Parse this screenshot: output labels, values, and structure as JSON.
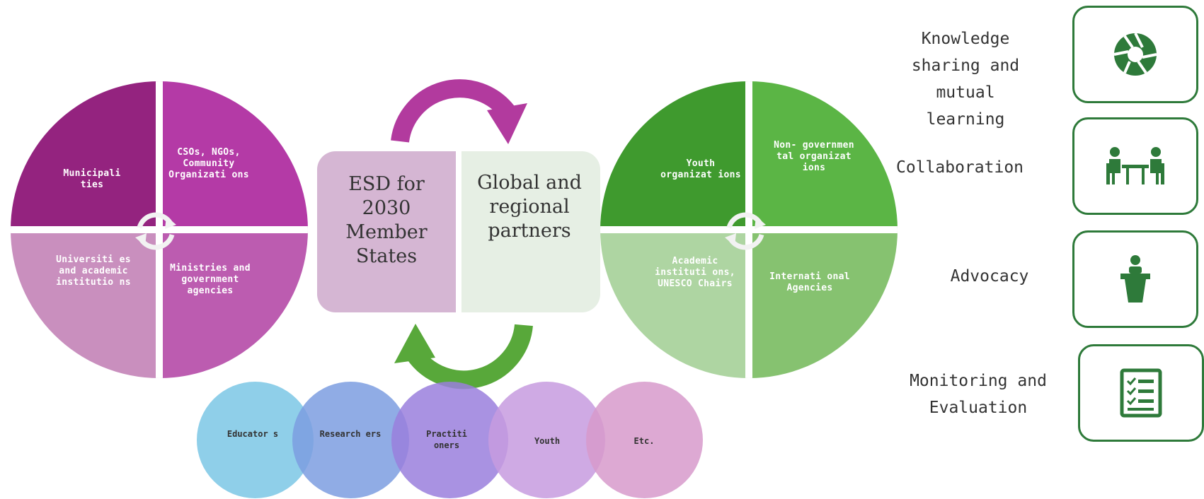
{
  "left_pie": {
    "quadrants": [
      "Municipali ties",
      "CSOs, NGOs, Community Organizati ons",
      "Universiti es and academic institutio ns",
      "Ministries and government agencies"
    ],
    "colors": [
      "#94237f",
      "#b43aa6",
      "#c98fbe",
      "#bc5cb0"
    ]
  },
  "center": {
    "left_label": "ESD for 2030 Member States",
    "right_label": "Global and regional partners",
    "top_arrow_color": "#b23a9e",
    "bottom_arrow_color": "#58a83a"
  },
  "right_pie": {
    "quadrants": [
      "Youth organizat ions",
      "Non- governmen tal organizat ions",
      "Academic instituti ons, UNESCO Chairs",
      "Internati onal Agencies"
    ],
    "colors": [
      "#3f9a2e",
      "#5bb545",
      "#aed5a2",
      "#86c270"
    ]
  },
  "bottom_circles": [
    "Educator s",
    "Research ers",
    "Practiti oners",
    "Youth",
    "Etc."
  ],
  "bottom_colors": [
    "#86cbe7",
    "#7d9ee0",
    "#9a7fdd",
    "#c79bdf",
    "#d79acb"
  ],
  "right_panel": {
    "items": [
      {
        "label": "Knowledge sharing and mutual learning",
        "icon": "aperture-icon"
      },
      {
        "label": "Collaboration",
        "icon": "meeting-icon"
      },
      {
        "label": "Advocacy",
        "icon": "podium-icon"
      },
      {
        "label": "Monitoring and Evaluation",
        "icon": "checklist-icon"
      }
    ],
    "accent": "#2e7a3a"
  }
}
